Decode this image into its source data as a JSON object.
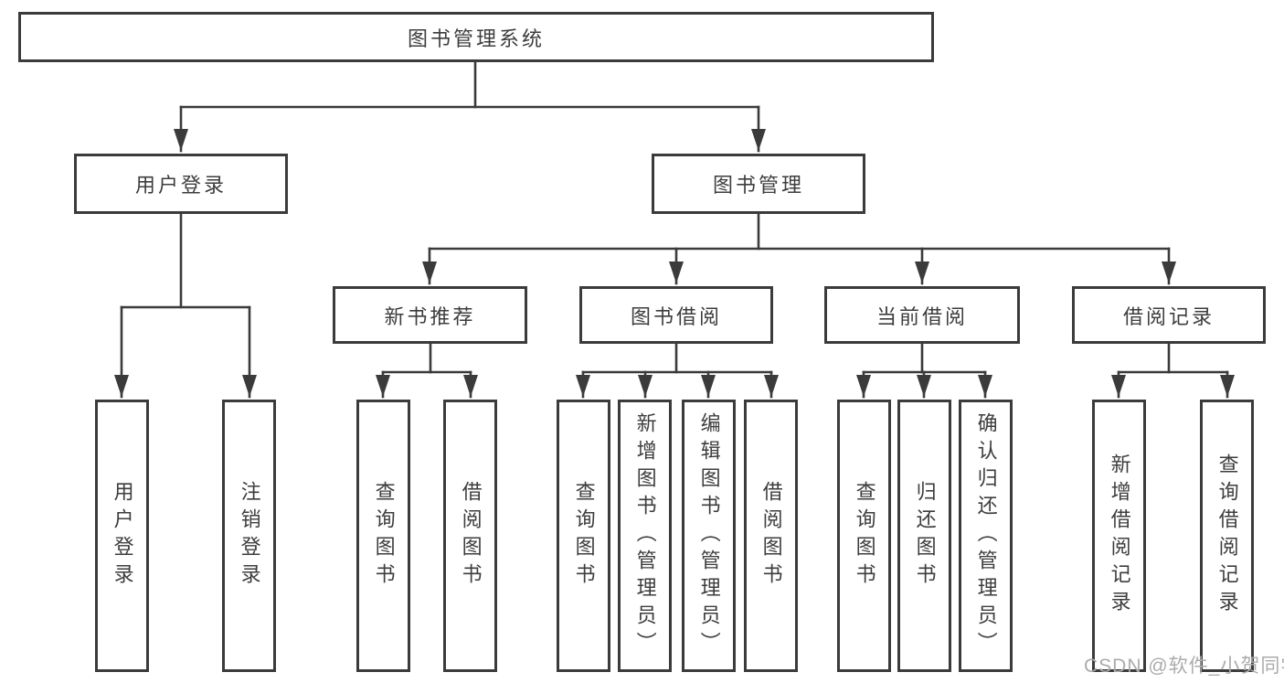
{
  "colors": {
    "line": "#3b3b3b",
    "text": "#3d3d3d",
    "background": "#ffffff",
    "watermark": "#ababab"
  },
  "nodes": {
    "root": {
      "label": "图书管理系统"
    },
    "user_login": {
      "label": "用户登录"
    },
    "book_mgmt": {
      "label": "图书管理"
    },
    "new_book_rec": {
      "label": "新书推荐"
    },
    "book_borrow": {
      "label": "图书借阅"
    },
    "current_borrow": {
      "label": "当前借阅"
    },
    "borrow_records": {
      "label": "借阅记录"
    },
    "leaf_user_login": {
      "label": "用户登录"
    },
    "leaf_logout": {
      "label": "注销登录"
    },
    "leaf_rec_query": {
      "label": "查询图书"
    },
    "leaf_rec_borrow": {
      "label": "借阅图书"
    },
    "leaf_bb_query": {
      "label": "查询图书"
    },
    "leaf_bb_add": {
      "label": "新增图书（管理员）"
    },
    "leaf_bb_edit": {
      "label": "编辑图书（管理员）"
    },
    "leaf_bb_borrow": {
      "label": "借阅图书"
    },
    "leaf_cb_query": {
      "label": "查询图书"
    },
    "leaf_cb_return": {
      "label": "归还图书"
    },
    "leaf_cb_confirm": {
      "label": "确认归还（管理员）"
    },
    "leaf_br_add": {
      "label": "新增借阅记录"
    },
    "leaf_br_query": {
      "label": "查询借阅记录"
    }
  },
  "hierarchy": {
    "图书管理系统": [
      "用户登录",
      "图书管理"
    ],
    "用户登录": [
      "用户登录",
      "注销登录"
    ],
    "图书管理": [
      "新书推荐",
      "图书借阅",
      "当前借阅",
      "借阅记录"
    ],
    "新书推荐": [
      "查询图书",
      "借阅图书"
    ],
    "图书借阅": [
      "查询图书",
      "新增图书（管理员）",
      "编辑图书（管理员）",
      "借阅图书"
    ],
    "当前借阅": [
      "查询图书",
      "归还图书",
      "确认归还（管理员）"
    ],
    "借阅记录": [
      "新增借阅记录",
      "查询借阅记录"
    ]
  },
  "watermark": {
    "text": "CSDN @软件_小贺同学"
  }
}
